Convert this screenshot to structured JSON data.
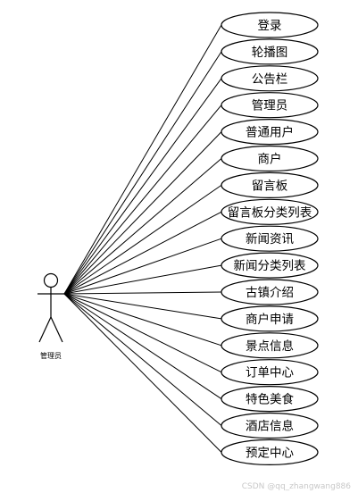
{
  "actor": {
    "label": "管理员"
  },
  "use_cases": [
    {
      "label": "登录"
    },
    {
      "label": "轮播图"
    },
    {
      "label": "公告栏"
    },
    {
      "label": "管理员"
    },
    {
      "label": "普通用户"
    },
    {
      "label": "商户"
    },
    {
      "label": "留言板"
    },
    {
      "label": "留言板分类列表"
    },
    {
      "label": "新闻资讯"
    },
    {
      "label": "新闻分类列表"
    },
    {
      "label": "古镇介绍"
    },
    {
      "label": "商户申请"
    },
    {
      "label": "景点信息"
    },
    {
      "label": "订单中心"
    },
    {
      "label": "特色美食"
    },
    {
      "label": "酒店信息"
    },
    {
      "label": "预定中心"
    }
  ],
  "watermark": "CSDN @qq_zhangwang886"
}
